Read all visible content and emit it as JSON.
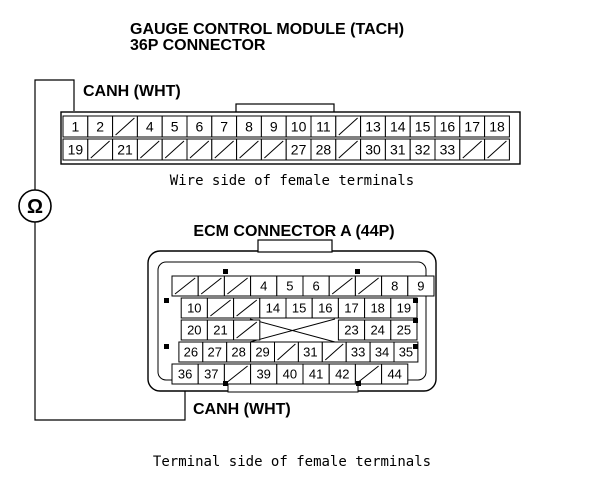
{
  "title_line1": "GAUGE CONTROL MODULE (TACH)",
  "title_line2": "36P CONNECTOR",
  "top_wire_label": "CANH (WHT)",
  "top_caption": "Wire side of female terminals",
  "ecm_title": "ECM CONNECTOR A (44P)",
  "bottom_wire_label": "CANH (WHT)",
  "bottom_caption": "Terminal side of female terminals",
  "ohmmeter_symbol": "Ω",
  "gauge_rows": [
    [
      "1",
      "2",
      "/",
      "4",
      "5",
      "6",
      "7",
      "8",
      "9",
      "10",
      "11",
      "/",
      "13",
      "14",
      "15",
      "16",
      "17",
      "18"
    ],
    [
      "19",
      "/",
      "21",
      "/",
      "/",
      "/",
      "/",
      "/",
      "/",
      "27",
      "28",
      "/",
      "30",
      "31",
      "32",
      "33",
      "/",
      "/"
    ]
  ],
  "ecm_rows": [
    [
      "/",
      "/",
      "/",
      "4",
      "5",
      "6",
      "/",
      "/",
      "8",
      "9"
    ],
    [
      "",
      "10",
      "/",
      "/",
      "14",
      "15",
      "16",
      "17",
      "18",
      "19"
    ],
    [
      "",
      "20",
      "21",
      "/",
      "",
      "",
      "",
      "23",
      "24",
      "25"
    ],
    [
      "",
      "26",
      "27",
      "28",
      "29",
      "/",
      "31",
      "/",
      "33",
      "34",
      "35"
    ],
    [
      "36",
      "37",
      "/",
      "39",
      "40",
      "41",
      "42",
      "/",
      "44"
    ]
  ]
}
